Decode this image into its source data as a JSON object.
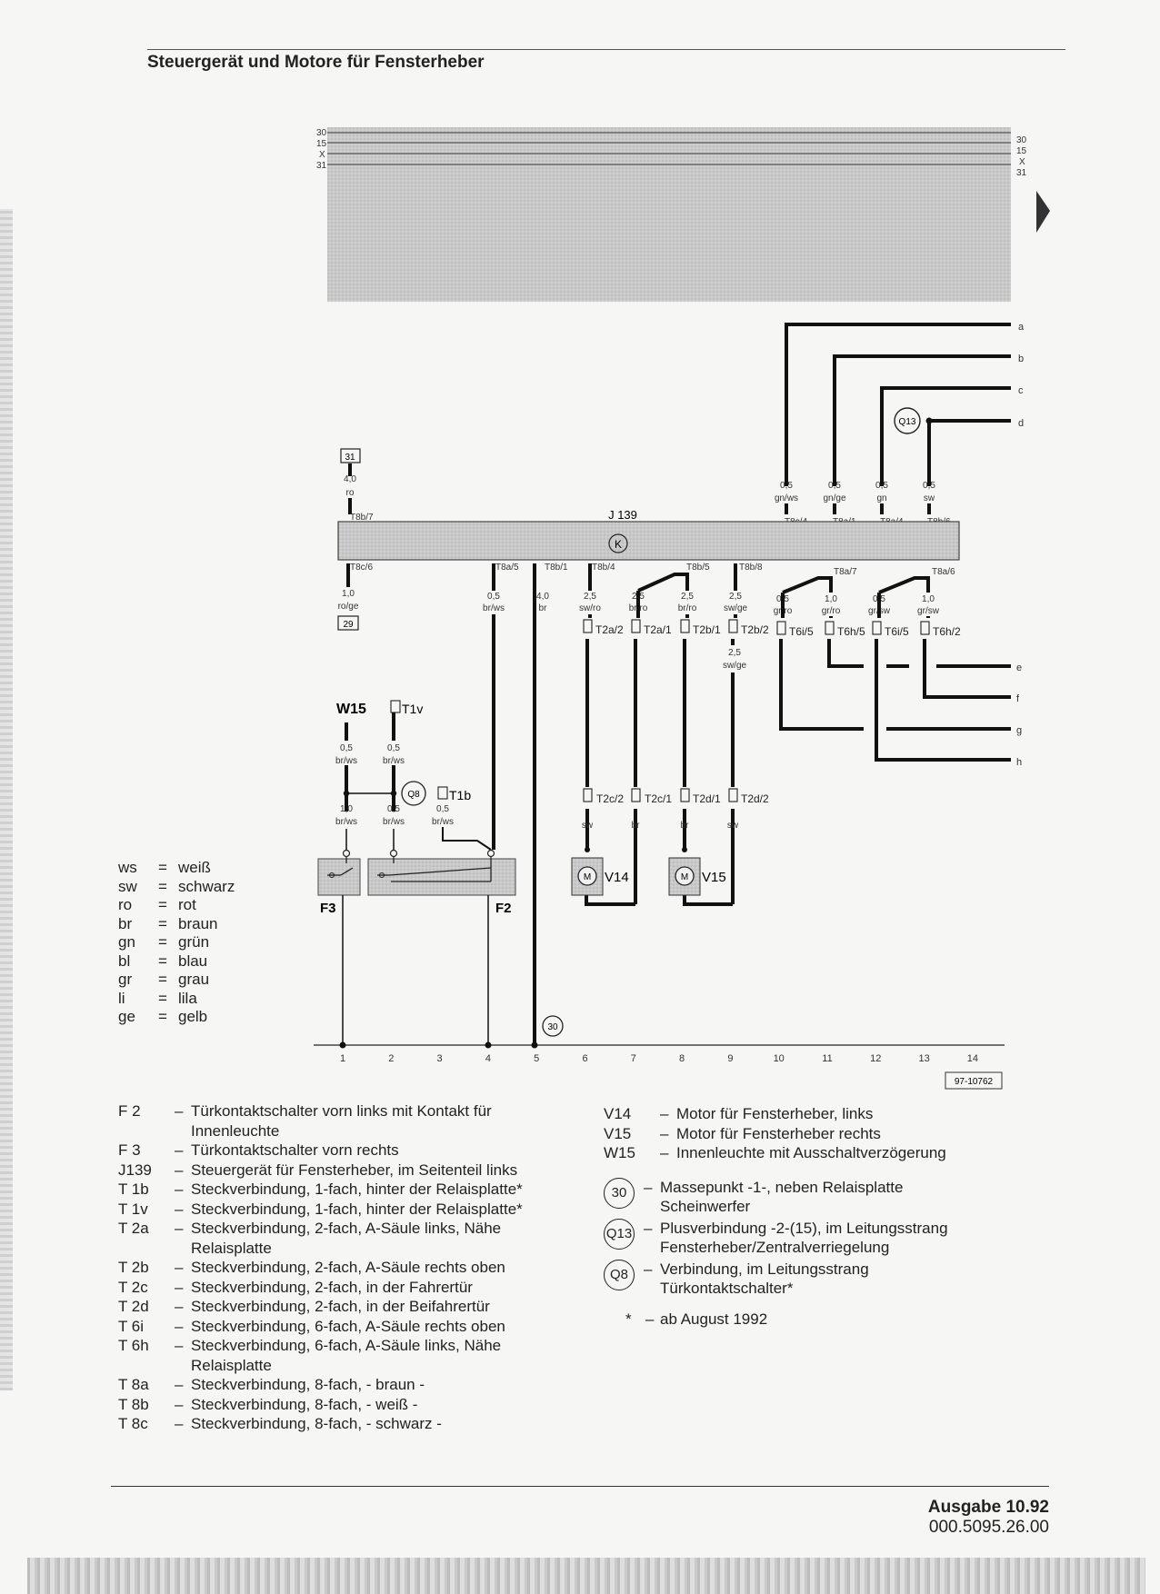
{
  "title": "Steuergerät und Motore für Fensterheber",
  "diagram": {
    "rails": [
      "30",
      "15",
      "X",
      "31"
    ],
    "unit_label": "J 139",
    "ground_ref_top": "31",
    "ground_ref_bottom": "29",
    "output_letters": [
      "a",
      "b",
      "c",
      "d",
      "e",
      "f",
      "g",
      "h"
    ],
    "connectors_top": [
      "T8b/7",
      "T8c/4",
      "T8a/1",
      "T8a/4",
      "T8b/6"
    ],
    "connectors_bottom": [
      "T8c/6",
      "T8a/5",
      "T8b/1",
      "T8b/4",
      "T8b/5",
      "T8b/8",
      "T8a/7",
      "T8a/6"
    ],
    "wires_top": [
      {
        "size": "4,0",
        "color": "ro"
      },
      {
        "size": "0,5",
        "color": "gn/ws"
      },
      {
        "size": "0,5",
        "color": "gn/ge"
      },
      {
        "size": "0,5",
        "color": "gn"
      },
      {
        "size": "0,5",
        "color": "sw"
      }
    ],
    "wires_bottom": [
      {
        "size": "1,0",
        "color": "ro/ge"
      },
      {
        "size": "0,5",
        "color": "br/ws"
      },
      {
        "size": "4,0",
        "color": "br"
      },
      {
        "size": "2,5",
        "color": "sw/ro"
      },
      {
        "size": "2,5",
        "color": "br/ro"
      },
      {
        "size": "2,5",
        "color": "br/ro"
      },
      {
        "size": "2,5",
        "color": "sw/ge"
      },
      {
        "size": "0,5",
        "color": "gr/ro"
      },
      {
        "size": "1,0",
        "color": "gr/ro"
      },
      {
        "size": "0,5",
        "color": "gr/sw"
      },
      {
        "size": "1,0",
        "color": "gr/sw"
      }
    ],
    "connectors_mid": [
      "T2a/2",
      "T2a/1",
      "T2b/1",
      "T2b/2",
      "T6i/5",
      "T6h/5",
      "T6i/5",
      "T6h/2"
    ],
    "extra_wire": {
      "size": "2,5",
      "color": "sw/ge"
    },
    "connectors_low": [
      "T2c/2",
      "T2c/1",
      "T2d/1",
      "T2d/2"
    ],
    "motor_wires": [
      "sw",
      "br",
      "br",
      "sw"
    ],
    "motors": [
      "V14",
      "V15"
    ],
    "motor_symbol": "M",
    "relay_symbol": "K",
    "component_labels": [
      "W15",
      "T1v",
      "T1b",
      "Q8",
      "Q13",
      "30"
    ],
    "left_wires": [
      {
        "size": "0,5",
        "color": "br/ws"
      },
      {
        "size": "0,5",
        "color": "br/ws"
      },
      {
        "size": "1,0",
        "color": "br/ws"
      },
      {
        "size": "0,5",
        "color": "br/ws"
      },
      {
        "size": "0,5",
        "color": "br/ws"
      }
    ],
    "switches": [
      "F3",
      "F2"
    ],
    "bottom_numbers": [
      "1",
      "2",
      "3",
      "4",
      "5",
      "6",
      "7",
      "8",
      "9",
      "10",
      "11",
      "12",
      "13",
      "14"
    ],
    "ref_number": "97-10762"
  },
  "color_legend": [
    {
      "abbr": "ws",
      "name": "weiß"
    },
    {
      "abbr": "sw",
      "name": "schwarz"
    },
    {
      "abbr": "ro",
      "name": "rot"
    },
    {
      "abbr": "br",
      "name": "braun"
    },
    {
      "abbr": "gn",
      "name": "grün"
    },
    {
      "abbr": "bl",
      "name": "blau"
    },
    {
      "abbr": "gr",
      "name": "grau"
    },
    {
      "abbr": "li",
      "name": "lila"
    },
    {
      "abbr": "ge",
      "name": "gelb"
    }
  ],
  "components_left": [
    {
      "code": "F 2",
      "lines": [
        "Türkontaktschalter vorn links mit Kontakt für",
        "Innenleuchte"
      ]
    },
    {
      "code": "F 3",
      "lines": [
        "Türkontaktschalter vorn rechts"
      ]
    },
    {
      "code": "J139",
      "lines": [
        "Steuergerät für Fensterheber, im Seitenteil links"
      ]
    },
    {
      "code": "T 1b",
      "lines": [
        "Steckverbindung, 1-fach, hinter der Relaisplatte*"
      ]
    },
    {
      "code": "T 1v",
      "lines": [
        "Steckverbindung, 1-fach, hinter der Relaisplatte*"
      ]
    },
    {
      "code": "T 2a",
      "lines": [
        "Steckverbindung, 2-fach, A-Säule links, Nähe",
        "Relaisplatte"
      ]
    },
    {
      "code": "T 2b",
      "lines": [
        "Steckverbindung, 2-fach, A-Säule rechts oben"
      ]
    },
    {
      "code": "T 2c",
      "lines": [
        "Steckverbindung, 2-fach, in der Fahrertür"
      ]
    },
    {
      "code": "T 2d",
      "lines": [
        "Steckverbindung, 2-fach, in der Beifahrertür"
      ]
    },
    {
      "code": "T 6i",
      "lines": [
        "Steckverbindung, 6-fach, A-Säule rechts oben"
      ]
    },
    {
      "code": "T 6h",
      "lines": [
        "Steckverbindung, 6-fach, A-Säule links, Nähe",
        "Relaisplatte"
      ]
    },
    {
      "code": "T 8a",
      "lines": [
        "Steckverbindung, 8-fach, - braun -"
      ]
    },
    {
      "code": "T 8b",
      "lines": [
        "Steckverbindung, 8-fach, - weiß -"
      ]
    },
    {
      "code": "T 8c",
      "lines": [
        "Steckverbindung, 8-fach, - schwarz -"
      ]
    }
  ],
  "components_right": [
    {
      "code": "V14",
      "lines": [
        "Motor für Fensterheber, links"
      ]
    },
    {
      "code": "V15",
      "lines": [
        "Motor für Fensterheber rechts"
      ]
    },
    {
      "code": "W15",
      "lines": [
        "Innenleuchte mit Ausschaltverzögerung"
      ]
    }
  ],
  "points": [
    {
      "code": "30",
      "lines": [
        "Massepunkt -1-, neben Relaisplatte",
        "Scheinwerfer"
      ]
    },
    {
      "code": "Q13",
      "lines": [
        "Plusverbindung -2-(15), im Leitungsstrang",
        "Fensterheber/Zentralverriegelung"
      ]
    },
    {
      "code": "Q8",
      "lines": [
        "Verbindung, im Leitungsstrang",
        "Türkontaktschalter*"
      ]
    }
  ],
  "footnote": {
    "mark": "*",
    "text": "ab August 1992"
  },
  "footer": {
    "edition": "Ausgabe 10.92",
    "doc_number": "000.5095.26.00"
  }
}
